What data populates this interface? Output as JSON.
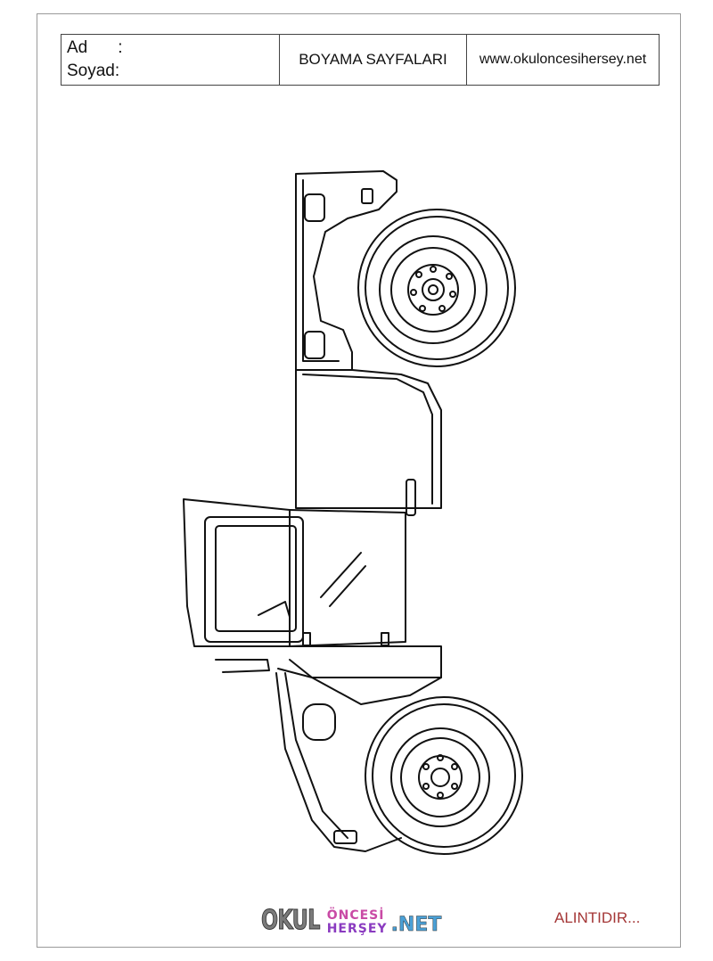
{
  "header": {
    "name_label": "Ad",
    "name_colon": ":",
    "surname_label": "Soyad:",
    "title": "BOYAMA SAYFALARI",
    "website": "www.okuloncesihersey.net"
  },
  "illustration": {
    "subject": "jeep coloring line art"
  },
  "footer": {
    "logo": {
      "part1": "OKUL",
      "part2_top": "ÖNCESİ",
      "part2_bottom": "HERŞEY",
      "part3": ".NET"
    },
    "note": "ALINTIDIR..."
  },
  "colors": {
    "line": "#111111",
    "border": "#9a9a9a",
    "note": "#a43636"
  }
}
